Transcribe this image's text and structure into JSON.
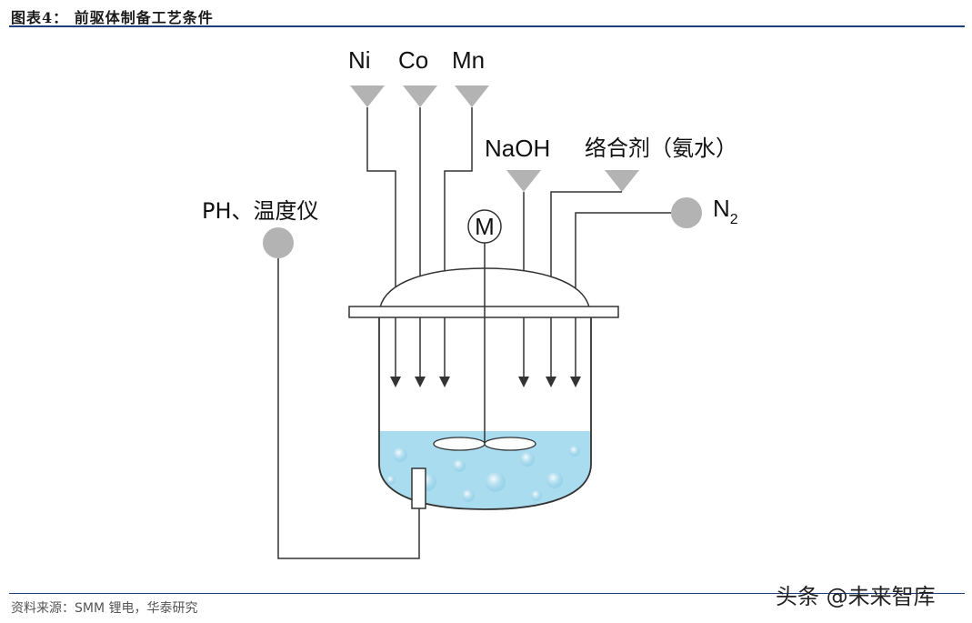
{
  "title": "图表4：  前驱体制备工艺条件",
  "source": "资料来源：SMM 锂电，华泰研究",
  "watermark": "头条 @未来智库",
  "diagram": {
    "inputs": {
      "ni": "Ni",
      "co": "Co",
      "mn": "Mn"
    },
    "naoh": "NaOH",
    "complexing_agent": "络合剂（氨水）",
    "nitrogen": "N",
    "nitrogen_subscript": "2",
    "ph_meter": "PH、温度仪",
    "motor": "M",
    "colors": {
      "liquid": "#a9dcef",
      "funnel": "#b3b3b3",
      "line": "#333333",
      "rule": "#1f3f7a"
    }
  }
}
